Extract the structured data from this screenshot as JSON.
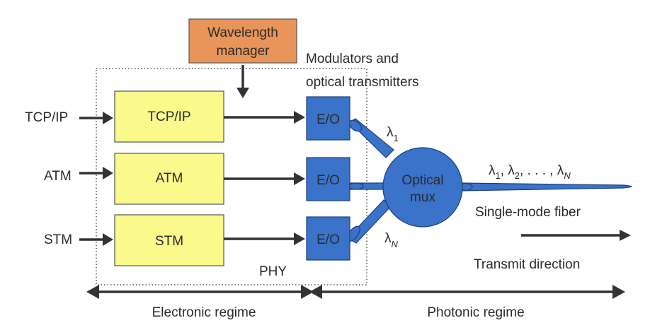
{
  "wavelength_manager": {
    "line1": "Wavelength",
    "line2": "manager"
  },
  "modulators_label": {
    "line1": "Modulators and",
    "line2": "optical transmitters"
  },
  "inputs": [
    "TCP/IP",
    "ATM",
    "STM"
  ],
  "blocks": [
    "TCP/IP",
    "ATM",
    "STM"
  ],
  "eo_label": "E/O",
  "phy_label": "PHY",
  "optical_mux": {
    "line1": "Optical",
    "line2": "mux"
  },
  "lambda_first": "λ",
  "lambda_first_sub": "1",
  "lambda_last": "λ",
  "lambda_last_sub": "N",
  "output_wavelengths": [
    "λ",
    "1",
    ", λ",
    "2",
    ", . . . , λ",
    "N"
  ],
  "fiber_label": "Single-mode fiber",
  "transmit_label": "Transmit direction",
  "regimes": {
    "electronic": "Electronic regime",
    "photonic": "Photonic regime"
  },
  "colors": {
    "block_yellow": "#fafa8c",
    "manager_orange": "#e9955a",
    "optical_blue": "#3a73c9"
  }
}
